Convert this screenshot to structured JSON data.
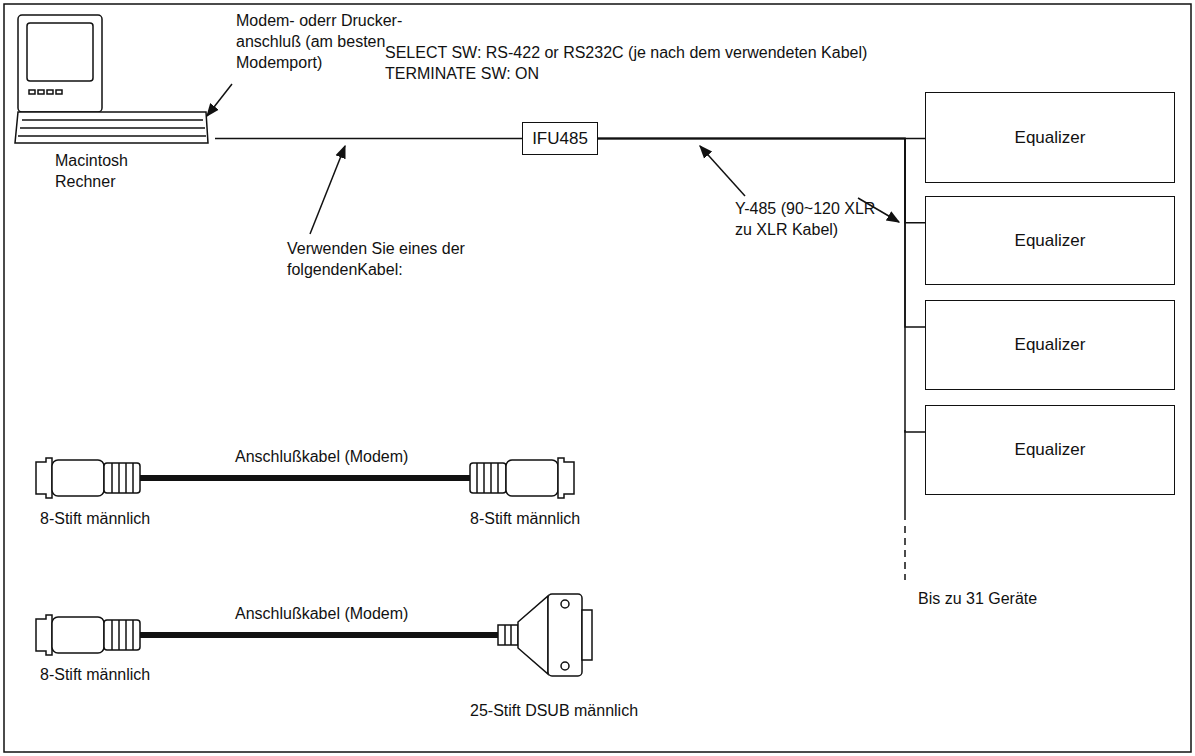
{
  "diagram": {
    "nodes": [
      {
        "text": [
          "Macintosh Rechner"
        ]
      },
      {
        "text": [
          "IFU485"
        ]
      },
      {
        "text": [
          "Equalizer"
        ]
      },
      {
        "text": [
          "Equalizer"
        ]
      },
      {
        "text": [
          "Equalizer"
        ]
      },
      {
        "text": [
          "Equalizer"
        ]
      }
    ],
    "edges": [
      {
        "from": 0,
        "to": 1,
        "arrow": "none"
      },
      {
        "from": 1,
        "to": 2,
        "arrow": "none"
      },
      {
        "from": 1,
        "to": 3,
        "arrow": "none"
      },
      {
        "from": 1,
        "to": 4,
        "arrow": "none"
      },
      {
        "from": 1,
        "to": 5,
        "arrow": "none"
      }
    ],
    "labels": [
      "Modem- oderr Drucker- anschluß (am besten Modemport)",
      "SELECT SW: RS-422 or RS232C (je nach dem verwendeten Kabel)",
      "TERMINATE SW: ON",
      "Y-485 (90~120 XLR zu XLR Kabel)",
      "Verwenden Sie eines der folgendenKabel:",
      "Anschlußkabel (Modem)",
      "8-Stift männlich",
      "8-Stift männlich",
      "Anschlußkabel (Modem)",
      "8-Stift männlich",
      "25-Stift DSUB männlich",
      "Bis zu 31 Geräte"
    ]
  }
}
